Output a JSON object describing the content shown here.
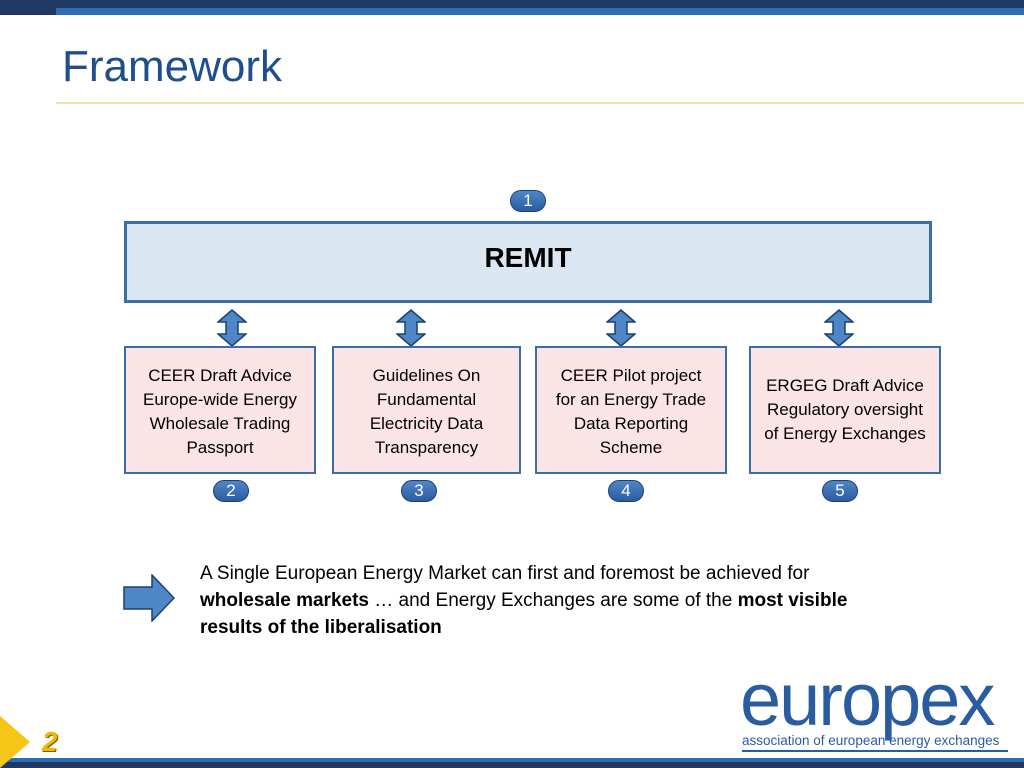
{
  "slide": {
    "title": "Framework",
    "number": "2"
  },
  "top": {
    "badge": "1",
    "remit_label": "REMIT"
  },
  "boxes": [
    {
      "badge": "2",
      "lines": [
        "CEER Draft Advice",
        "Europe-wide Energy",
        "Wholesale Trading",
        "Passport"
      ]
    },
    {
      "badge": "3",
      "lines": [
        "Guidelines On",
        "Fundamental",
        "Electricity Data",
        "Transparency"
      ]
    },
    {
      "badge": "4",
      "lines": [
        "CEER Pilot project",
        "for an Energy Trade",
        "Data Reporting",
        "Scheme"
      ]
    },
    {
      "badge": "5",
      "lines": [
        "ERGEG Draft Advice",
        "Regulatory oversight",
        "of Energy Exchanges"
      ]
    }
  ],
  "statement": {
    "part1": "A Single European Energy Market can first and foremost be achieved for ",
    "bold1": "wholesale markets",
    "part2": " … and Energy Exchanges are some of the ",
    "bold2": "most visible results of the liberalisation"
  },
  "logo": {
    "word": "europex",
    "tagline": "association of european energy exchanges"
  },
  "colors": {
    "brand_blue": "#2a5d9f",
    "remit_fill": "#dbe6f3",
    "box_fill": "#fbe4e6",
    "accent_yellow": "#f2b705"
  },
  "icons": {
    "connector": "double-arrow-icon",
    "pointer": "right-arrow-icon"
  }
}
